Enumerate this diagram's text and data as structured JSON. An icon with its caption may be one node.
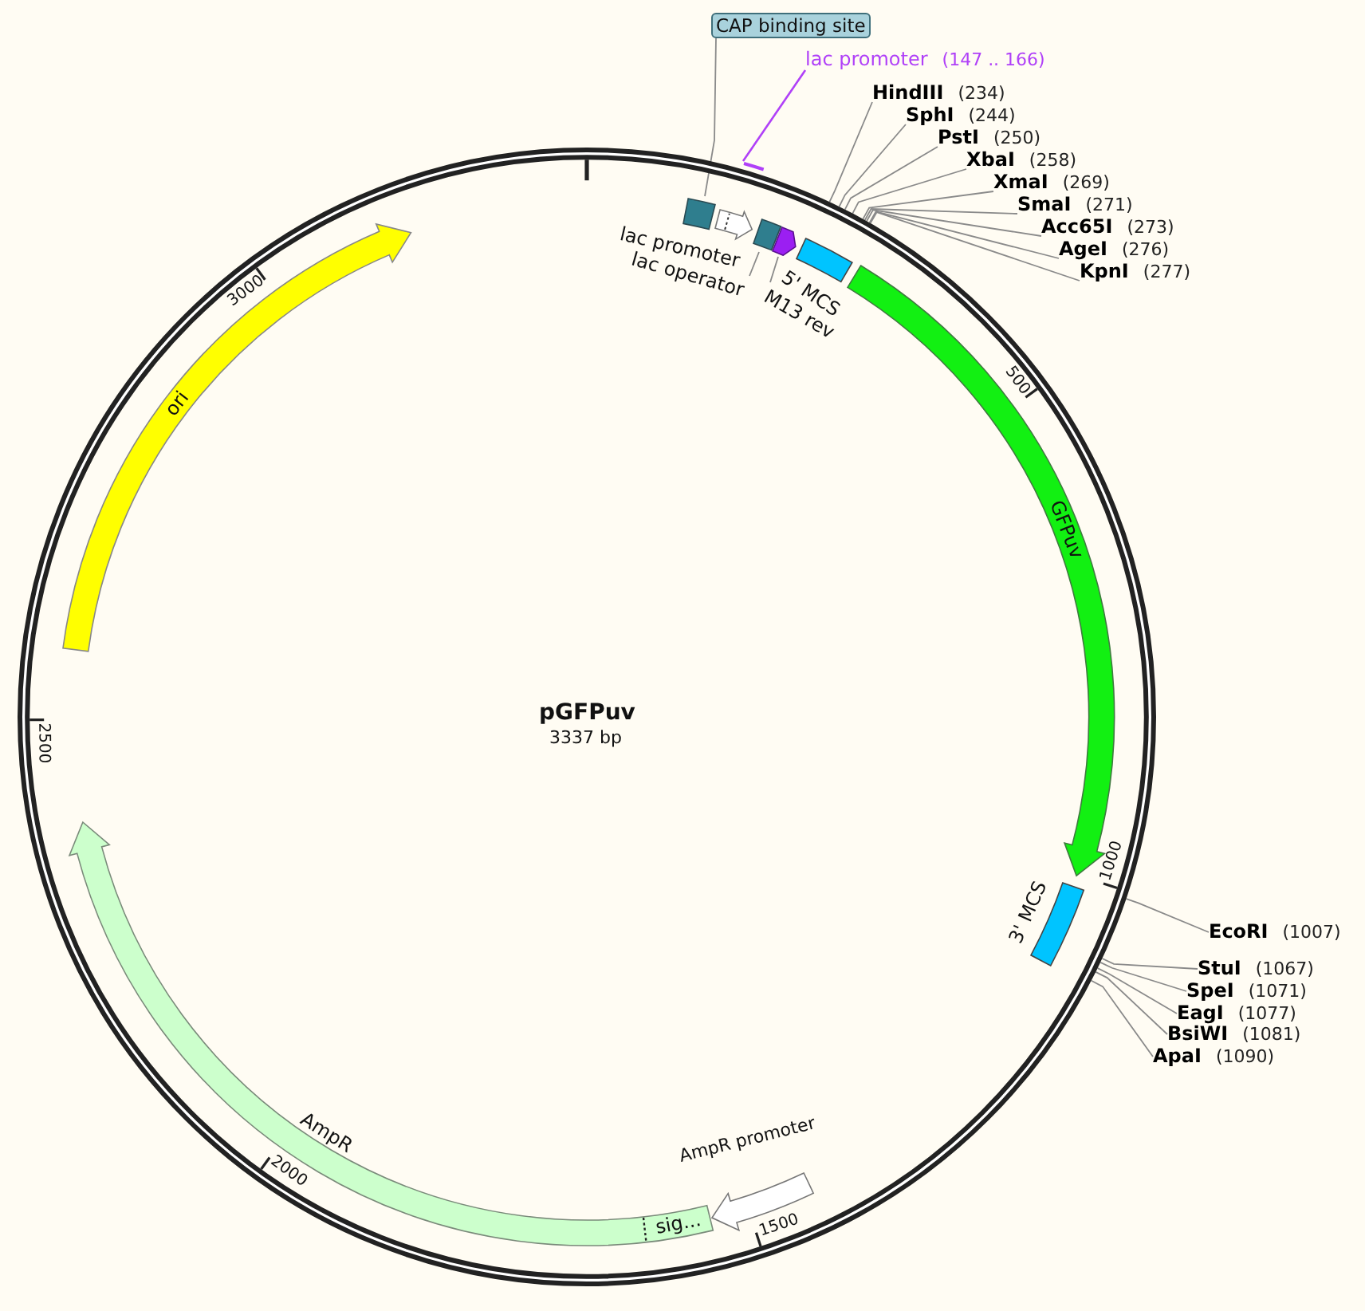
{
  "diagram": {
    "nodes": [
      {
        "text": [
          "pGFPuv",
          "3337 bp"
        ]
      },
      {
        "text": [],
        "shape": "box",
        "in": 0
      },
      {
        "text": [
          "lac promoter"
        ],
        "in": 0
      },
      {
        "text": [],
        "shape": "box",
        "in": 0
      },
      {
        "text": [],
        "shape": "arrow",
        "in": 0
      },
      {
        "text": [
          "5' MCS"
        ],
        "in": 0
      },
      {
        "text": [
          "GFPuv"
        ],
        "in": 0
      },
      {
        "text": [
          "3' MCS"
        ],
        "in": 0
      },
      {
        "text": [
          "AmpR promoter"
        ],
        "in": 0
      },
      {
        "text": [
          "AmpR"
        ],
        "in": 0
      },
      {
        "text": [
          "sig..."
        ],
        "in": 9
      },
      {
        "text": [
          "ori"
        ],
        "in": 0
      },
      {
        "text": [
          "lac operator"
        ],
        "in": 0
      },
      {
        "text": [
          "M13 rev"
        ],
        "in": 0
      },
      {
        "text": [
          "CAP binding site"
        ]
      },
      {
        "text": [
          "lac promoter",
          "(147 .. 166)"
        ]
      },
      {
        "text": [],
        "shape": "bar"
      },
      {
        "text": [
          "HindIII",
          "(234)"
        ]
      },
      {
        "text": [
          "SphI",
          "(244)"
        ]
      },
      {
        "text": [
          "PstI",
          "(250)"
        ]
      },
      {
        "text": [
          "XbaI",
          "(258)"
        ]
      },
      {
        "text": [
          "XmaI",
          "(269)"
        ]
      },
      {
        "text": [
          "SmaI",
          "(271)"
        ]
      },
      {
        "text": [
          "Acc65I",
          "(273)"
        ]
      },
      {
        "text": [
          "AgeI",
          "(276)"
        ]
      },
      {
        "text": [
          "KpnI",
          "(277)"
        ]
      },
      {
        "text": [
          "EcoRI",
          "(1007)"
        ]
      },
      {
        "text": [
          "StuI",
          "(1067)"
        ]
      },
      {
        "text": [
          "SpeI",
          "(1071)"
        ]
      },
      {
        "text": [
          "EagI",
          "(1077)"
        ]
      },
      {
        "text": [
          "BsiWI",
          "(1081)"
        ]
      },
      {
        "text": [
          "ApaI",
          "(1090)"
        ]
      }
    ],
    "edges": [
      {
        "from": 14,
        "to": 1,
        "arrow": "none"
      },
      {
        "from": 15,
        "to": 16,
        "arrow": "none",
        "color": "#b040f8"
      },
      {
        "from": 12,
        "to": 3,
        "arrow": "none"
      },
      {
        "from": 13,
        "to": 4,
        "arrow": "none"
      },
      {
        "from": 17,
        "to": 0,
        "arrow": "none"
      },
      {
        "from": 18,
        "to": 0,
        "arrow": "none"
      },
      {
        "from": 19,
        "to": 0,
        "arrow": "none"
      },
      {
        "from": 20,
        "to": 0,
        "arrow": "none"
      },
      {
        "from": 21,
        "to": 0,
        "arrow": "none"
      },
      {
        "from": 22,
        "to": 0,
        "arrow": "none"
      },
      {
        "from": 23,
        "to": 0,
        "arrow": "none"
      },
      {
        "from": 24,
        "to": 0,
        "arrow": "none"
      },
      {
        "from": 25,
        "to": 0,
        "arrow": "none"
      },
      {
        "from": 26,
        "to": 0,
        "arrow": "none"
      },
      {
        "from": 27,
        "to": 0,
        "arrow": "none"
      },
      {
        "from": 28,
        "to": 0,
        "arrow": "none"
      },
      {
        "from": 29,
        "to": 0,
        "arrow": "none"
      },
      {
        "from": 30,
        "to": 0,
        "arrow": "none"
      },
      {
        "from": 31,
        "to": 0,
        "arrow": "none"
      }
    ],
    "labels": [
      "500",
      "1000",
      "1500",
      "2000",
      "2500",
      "3000"
    ]
  }
}
